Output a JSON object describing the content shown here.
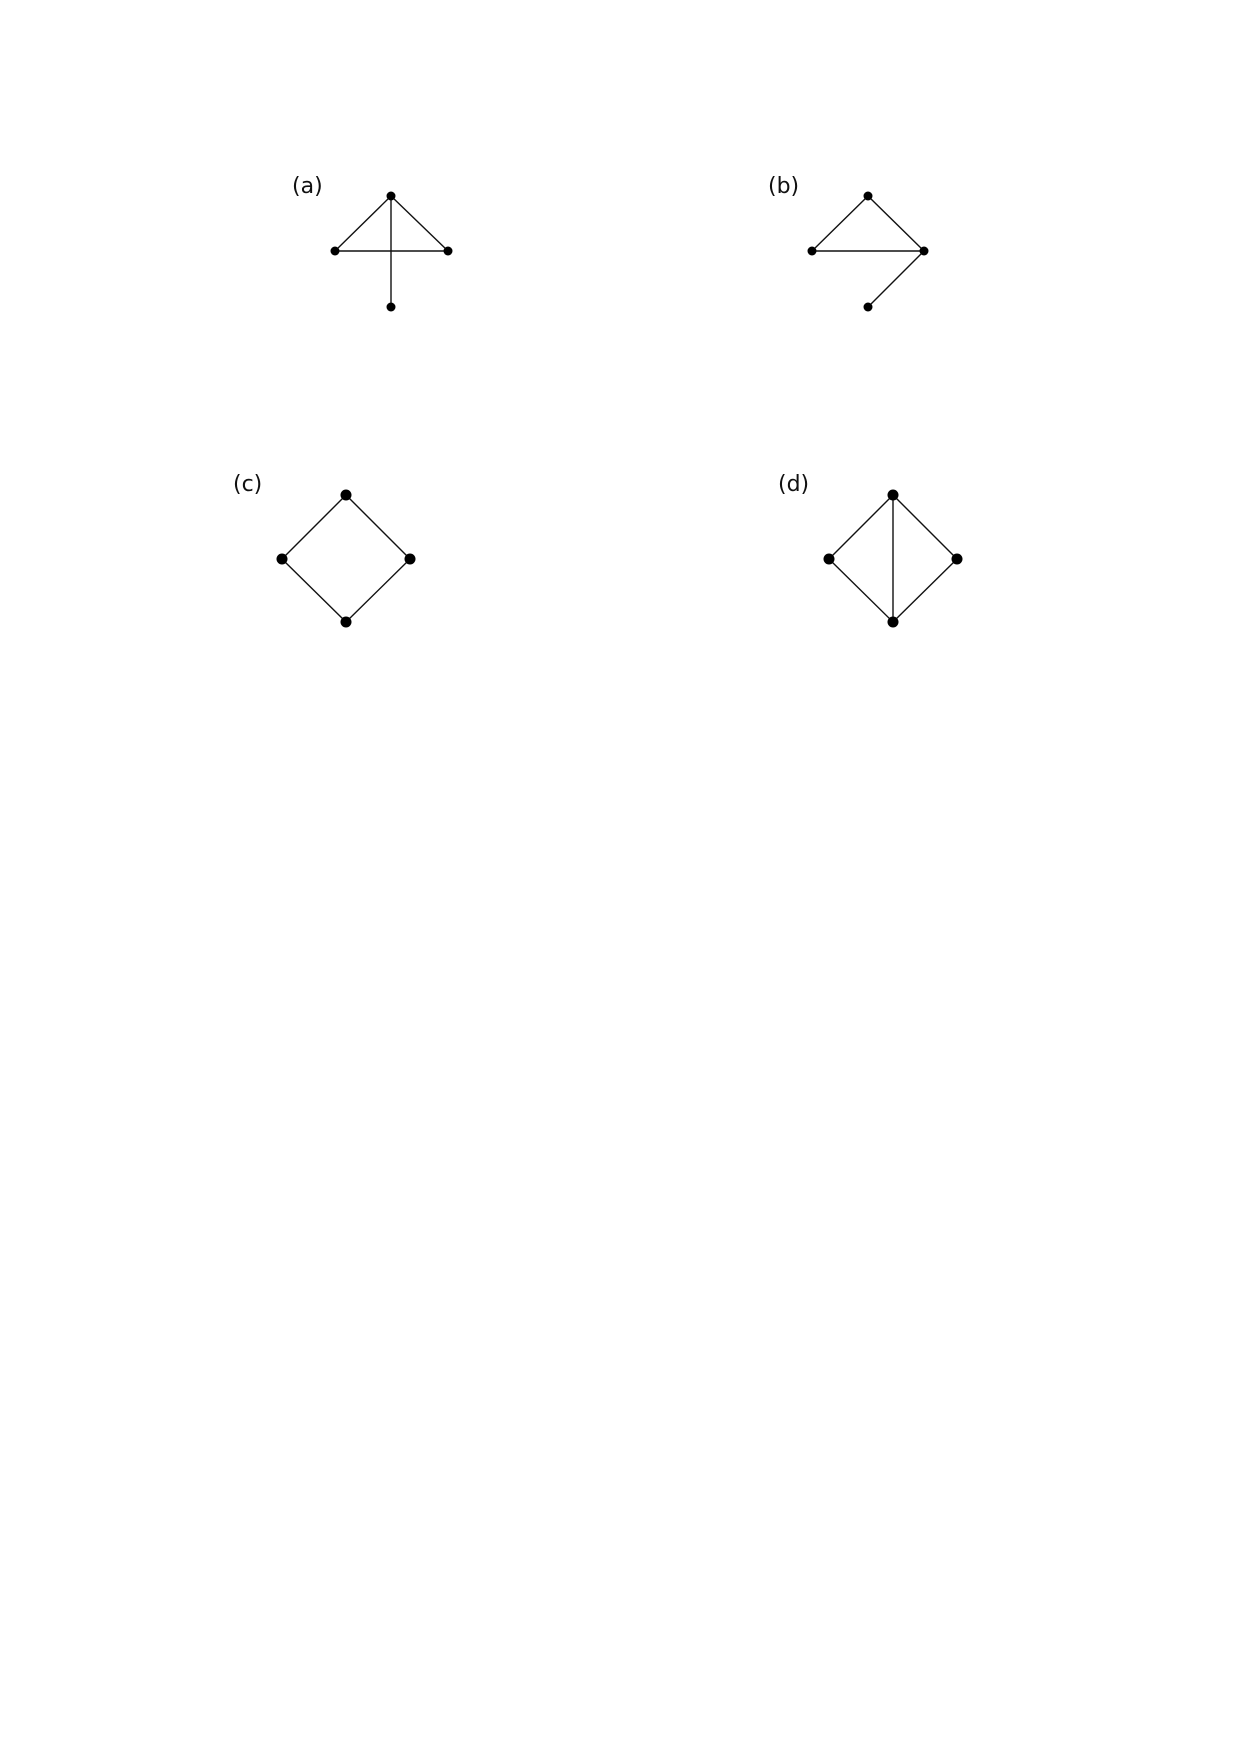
{
  "panels": [
    {
      "id": "a",
      "label": "(a)",
      "nodes": [
        "top",
        "left",
        "right",
        "bottom"
      ],
      "edges": [
        [
          "top",
          "left"
        ],
        [
          "top",
          "right"
        ],
        [
          "left",
          "right"
        ],
        [
          "top",
          "bottom"
        ]
      ]
    },
    {
      "id": "b",
      "label": "(b)",
      "nodes": [
        "top",
        "left",
        "right",
        "bottom"
      ],
      "edges": [
        [
          "top",
          "left"
        ],
        [
          "top",
          "right"
        ],
        [
          "left",
          "right"
        ],
        [
          "right",
          "bottom"
        ]
      ]
    },
    {
      "id": "c",
      "label": "(c)",
      "nodes": [
        "top",
        "left",
        "right",
        "bottom"
      ],
      "edges": [
        [
          "top",
          "left"
        ],
        [
          "top",
          "right"
        ],
        [
          "left",
          "bottom"
        ],
        [
          "right",
          "bottom"
        ]
      ]
    },
    {
      "id": "d",
      "label": "(d)",
      "nodes": [
        "top",
        "left",
        "right",
        "bottom"
      ],
      "edges": [
        [
          "top",
          "left"
        ],
        [
          "top",
          "right"
        ],
        [
          "left",
          "bottom"
        ],
        [
          "right",
          "bottom"
        ],
        [
          "top",
          "bottom"
        ]
      ]
    }
  ],
  "colors": {
    "ink": "#111111",
    "background": "#ffffff"
  }
}
